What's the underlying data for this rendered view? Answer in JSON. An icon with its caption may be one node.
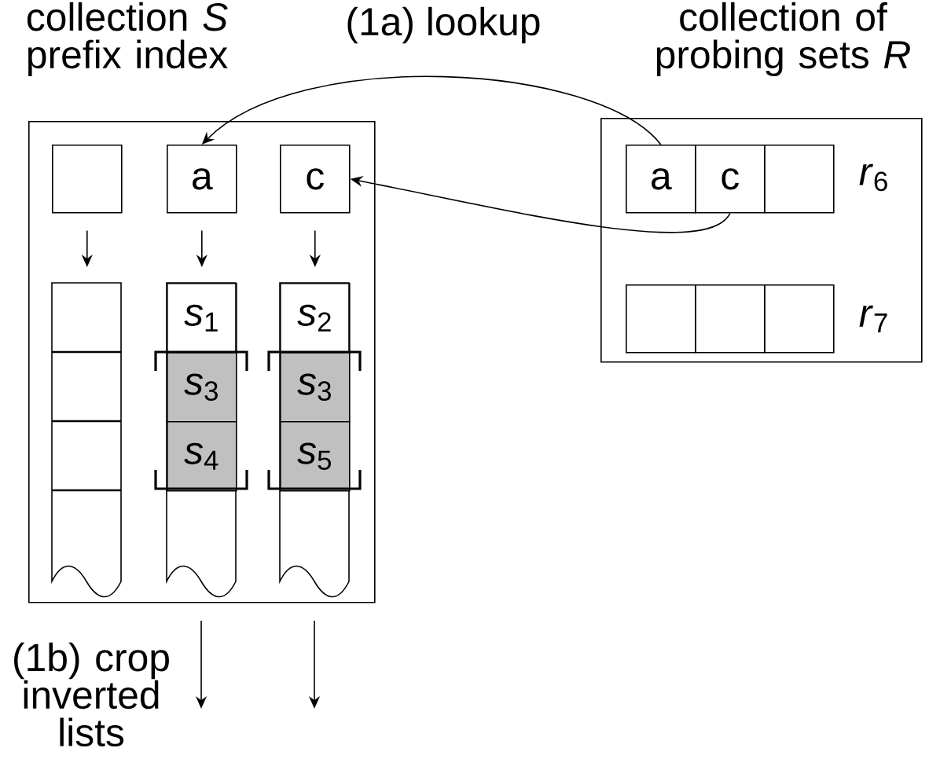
{
  "diagram": {
    "nodes": [
      {
        "text": [
          "collection *S* prefix index"
        ]
      },
      {
        "text": [],
        "shape": "box",
        "in": 0
      },
      {
        "text": [
          "a"
        ],
        "in": 0
      },
      {
        "text": [
          "c"
        ],
        "in": 0
      },
      {
        "text": [],
        "shape": "box",
        "in": 0
      },
      {
        "text": [],
        "shape": "box",
        "in": 0
      },
      {
        "text": [
          "*s*$_{1}$"
        ],
        "in": 5
      },
      {
        "text": [
          "*s*$_{3}$"
        ],
        "in": 5
      },
      {
        "text": [
          "*s*$_{4}$"
        ],
        "in": 5
      },
      {
        "text": [],
        "shape": "box",
        "in": 0
      },
      {
        "text": [
          "*s*$_{2}$"
        ],
        "in": 9
      },
      {
        "text": [
          "*s*$_{3}$"
        ],
        "in": 9
      },
      {
        "text": [
          "*s*$_{5}$"
        ],
        "in": 9
      },
      {
        "text": [
          "collection of probing sets *R*"
        ]
      },
      {
        "text": [
          "a"
        ],
        "in": 13
      },
      {
        "text": [
          "c"
        ],
        "in": 13
      },
      {
        "text": [],
        "shape": "box",
        "in": 13
      },
      {
        "text": [],
        "shape": "box",
        "in": 13
      },
      {
        "text": [],
        "shape": "box",
        "in": 13
      },
      {
        "text": [],
        "shape": "box",
        "in": 13
      }
    ],
    "edges": [
      {
        "from": 14,
        "to": 2,
        "arrow": "to",
        "label": "(1a) lookup"
      },
      {
        "from": 15,
        "to": 3,
        "arrow": "to"
      },
      {
        "from": 1,
        "to": 4,
        "arrow": "to"
      },
      {
        "from": 2,
        "to": 5,
        "arrow": "to"
      },
      {
        "from": 3,
        "to": 9,
        "arrow": "to"
      }
    ],
    "labels": [
      "*r*$_{6}$",
      "*r*$_{7}$",
      "(1b) crop inverted lists"
    ]
  }
}
